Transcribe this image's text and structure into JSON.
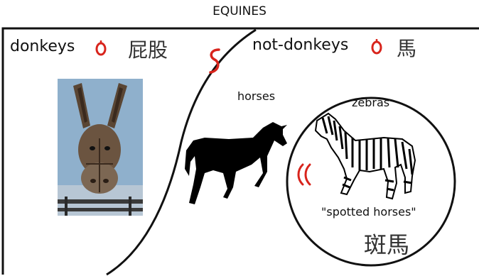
{
  "title": "EQUINES",
  "labels": {
    "donkeys": "donkeys",
    "donkeys_kanji": "屁股",
    "not_donkeys": "not-donkeys",
    "horse_kanji": "馬",
    "horses": "horses",
    "zebras": "zebras",
    "spotted_horses": "\"spotted horses\"",
    "zebra_kanji": "斑馬"
  },
  "colors": {
    "line": "#111111",
    "accent": "#d8241c",
    "photo_sky": "#8fb0cc",
    "silhouette": "#000000"
  },
  "icons": [
    "donkey-glyph-icon",
    "horse-glyph-icon",
    "s-curve-glyph-icon",
    "double-stroke-glyph-icon",
    "donkey-photo",
    "horse-silhouette",
    "zebra-drawing"
  ]
}
